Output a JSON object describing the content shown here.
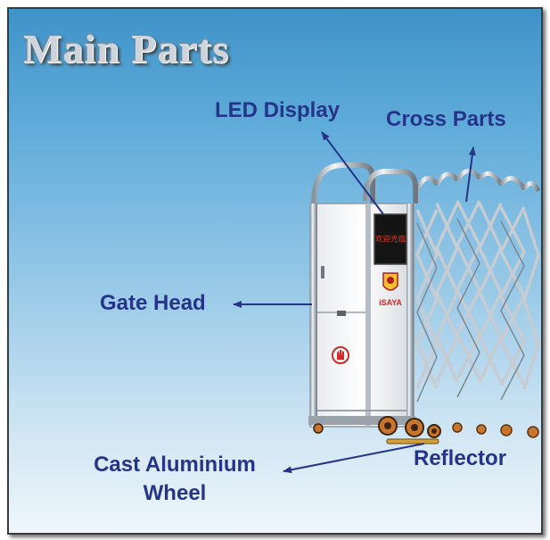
{
  "title": "Main Parts",
  "labels": {
    "led_display": "LED Display",
    "cross_parts": "Cross Parts",
    "gate_head": "Gate Head",
    "cast_wheel_line1": "Cast Aluminium",
    "cast_wheel_line2": "Wheel",
    "reflector": "Reflector"
  },
  "led_screen_text": "欢迎光临",
  "brand_logo_text": "iSAYA",
  "colors": {
    "label_text": "#25348a",
    "background_top": "#3f93c8",
    "background_bottom": "#eef6fb",
    "led_text": "#e23b2e"
  },
  "icons": [
    "arrow-up-icon",
    "arrow-left-icon",
    "hand-stop-icon",
    "brand-shield-logo"
  ]
}
